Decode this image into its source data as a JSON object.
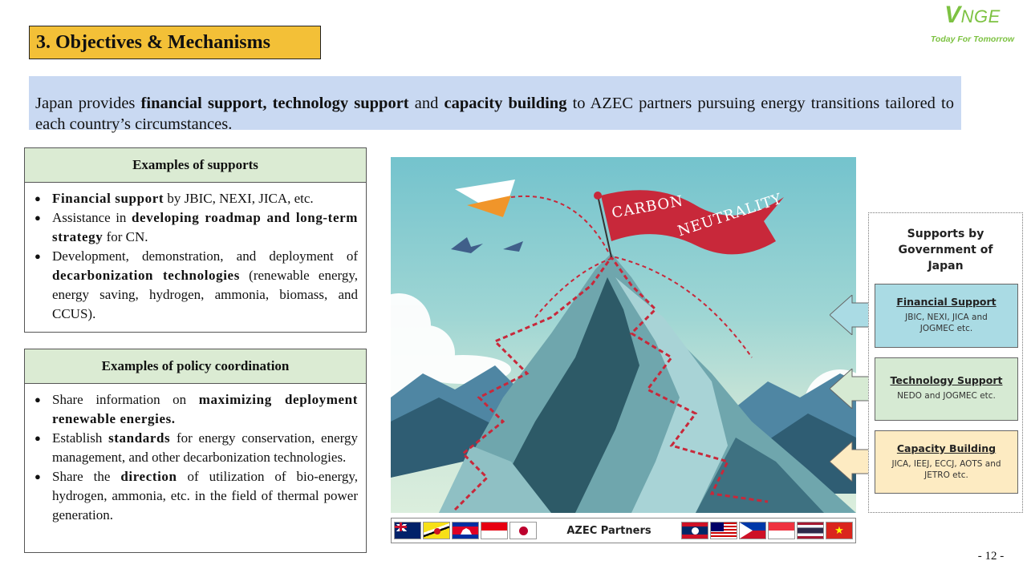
{
  "logo": {
    "mark_initial": "V",
    "mark_rest": "NGE",
    "tagline": "Today For Tomorrow",
    "color": "#7dc242"
  },
  "title": "3. Objectives & Mechanisms",
  "intro": {
    "parts": [
      {
        "text": "Japan provides ",
        "bold": false
      },
      {
        "text": "financial support, technology support",
        "bold": true
      },
      {
        "text": " and ",
        "bold": false
      },
      {
        "text": "capacity building",
        "bold": true
      },
      {
        "text": " to AZEC partners pursuing energy transitions tailored to each country’s circumstances.",
        "bold": false
      }
    ]
  },
  "supports_box": {
    "header": "Examples of supports",
    "items": [
      [
        {
          "t": "Financial support",
          "b": true
        },
        {
          "t": " by JBIC, NEXI, JICA, etc.",
          "b": false
        }
      ],
      [
        {
          "t": "Assistance in ",
          "b": false
        },
        {
          "t": "developing roadmap and long-term strategy",
          "b": true
        },
        {
          "t": " for CN.",
          "b": false
        }
      ],
      [
        {
          "t": "Development, demonstration, and deployment of ",
          "b": false
        },
        {
          "t": "decarbonization technologies",
          "b": true
        },
        {
          "t": " (renewable energy, energy saving, hydrogen, ammonia, biomass, and CCUS).",
          "b": false
        }
      ]
    ]
  },
  "policy_box": {
    "header": "Examples of policy coordination",
    "items": [
      [
        {
          "t": "Share information on ",
          "b": false
        },
        {
          "t": "maximizing deployment renewable energies.",
          "b": true
        }
      ],
      [
        {
          "t": "Establish ",
          "b": false
        },
        {
          "t": "standards",
          "b": true
        },
        {
          "t": " for energy conservation, energy management, and other decarbonization technologies.",
          "b": false
        }
      ],
      [
        {
          "t": "Share the ",
          "b": false
        },
        {
          "t": "direction",
          "b": true
        },
        {
          "t": " of utilization of bio-energy, hydrogen, ammonia, etc. in the field of thermal power generation.",
          "b": false
        }
      ]
    ]
  },
  "illustration": {
    "flag_text_1": "CARBON",
    "flag_text_2": "NEUTRALITY",
    "sky_color": "#74c3cd",
    "flag_color": "#c8283a"
  },
  "supports_panel": {
    "title_line1": "Supports by",
    "title_line2": "Government of",
    "title_line3": "Japan",
    "cards": [
      {
        "title": "Financial Support",
        "sub_line1": "JBIC, NEXI, JICA and",
        "sub_line2": "JOGMEC etc.",
        "color": "#aadbe4"
      },
      {
        "title": "Technology Support",
        "sub_line1": "NEDO and JOGMEC etc.",
        "sub_line2": "",
        "color": "#d6ead3"
      },
      {
        "title": "Capacity Building",
        "sub_line1": "JICA, IEEJ, ECCJ, AOTS and",
        "sub_line2": "JETRO etc.",
        "color": "#fdebc2"
      }
    ]
  },
  "partners": {
    "label": "AZEC Partners",
    "flags_left": [
      "Australia",
      "Brunei",
      "Cambodia",
      "Indonesia",
      "Japan"
    ],
    "flags_right": [
      "Laos",
      "Malaysia",
      "Philippines",
      "Singapore",
      "Thailand",
      "Vietnam"
    ]
  },
  "page_number": "- 12 -"
}
